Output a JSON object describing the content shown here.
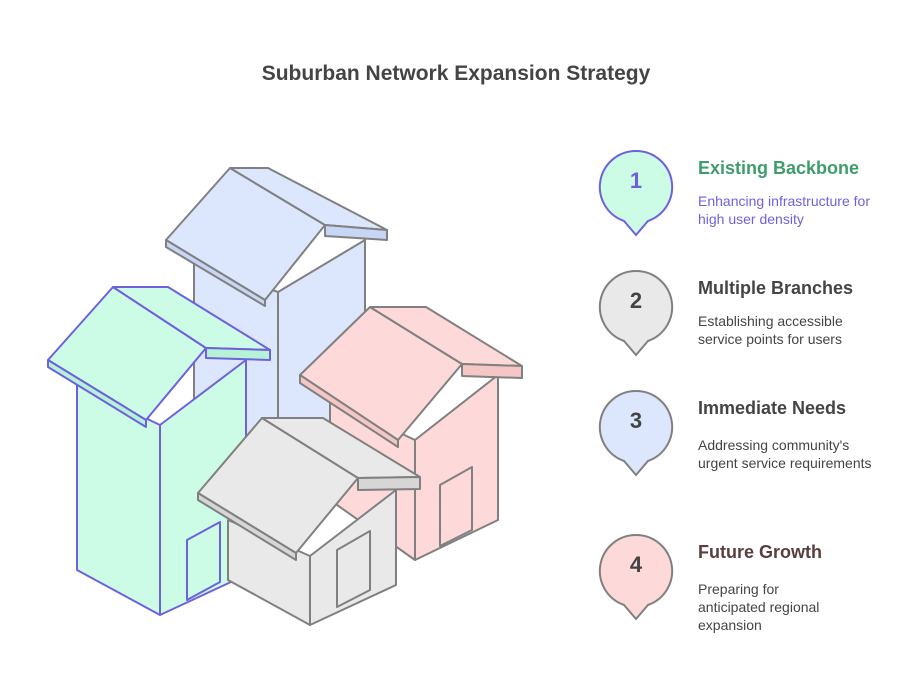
{
  "title": "Suburban Network Expansion Strategy",
  "colors": {
    "green_fill": "#CCFBE6",
    "green_stroke": "#6F61DB",
    "blue_fill": "#DCE7FD",
    "gray_stroke": "#808080",
    "pink_fill": "#FED9D9",
    "gray_fill": "#E9E9E9"
  },
  "steps": [
    {
      "number": "1",
      "title": "Existing Backbone",
      "description": "Enhancing infrastructure for high user density",
      "title_color": "#3F9C6D",
      "description_color": "#6F61DB",
      "pin_fill": "#CCFBE6",
      "pin_stroke": "#6F61DB",
      "number_color": "#6F61DB"
    },
    {
      "number": "2",
      "title": "Multiple Branches",
      "description": "Establishing accessible service points for users",
      "title_color": "#444444",
      "description_color": "#444444",
      "pin_fill": "#E9E9E9",
      "pin_stroke": "#808080",
      "number_color": "#444444"
    },
    {
      "number": "3",
      "title": "Immediate Needs",
      "description": "Addressing community's urgent service requirements",
      "title_color": "#444444",
      "description_color": "#444444",
      "pin_fill": "#DCE7FD",
      "pin_stroke": "#808080",
      "number_color": "#444444"
    },
    {
      "number": "4",
      "title": "Future Growth",
      "description": "Preparing for anticipated regional expansion",
      "title_color": "#5A3E3E",
      "description_color": "#444444",
      "pin_fill": "#FED9D9",
      "pin_stroke": "#808080",
      "number_color": "#444444"
    }
  ]
}
